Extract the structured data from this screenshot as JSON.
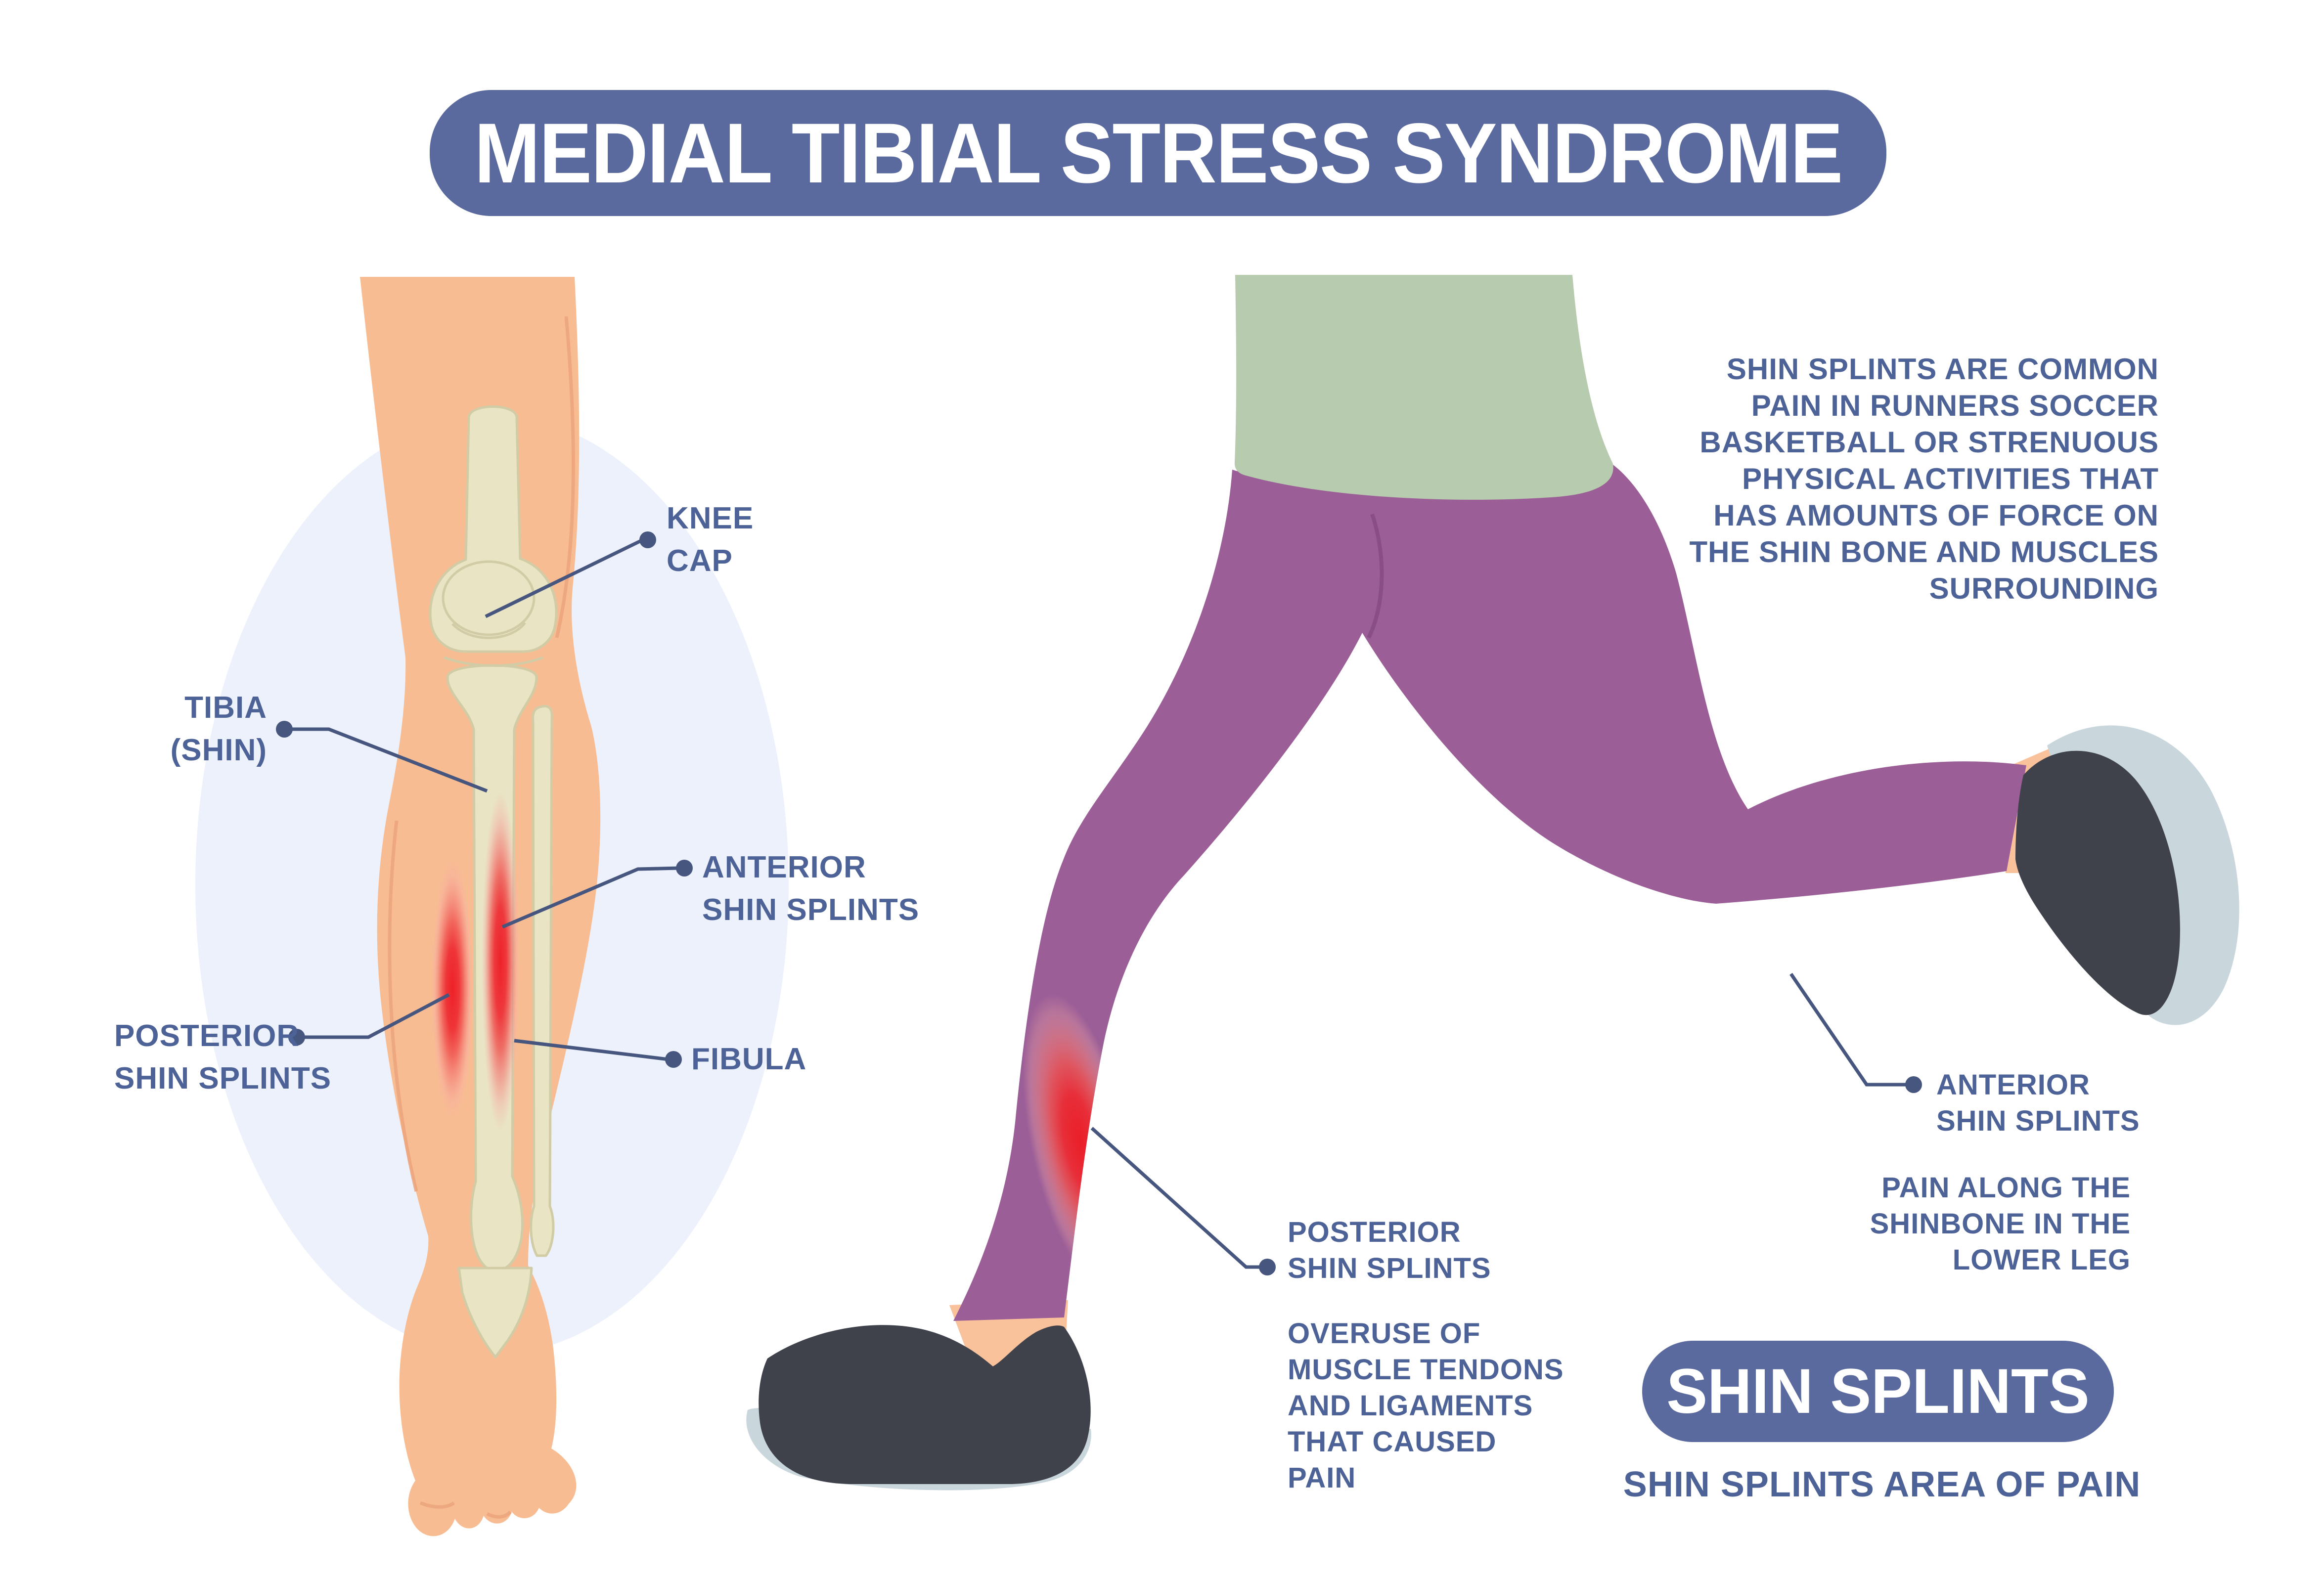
{
  "title": "MEDIAL TIBIAL STRESS SYNDROME",
  "colors": {
    "banner_bg": "#5A6A9E",
    "label_text": "#4D6296",
    "leader_line": "#46567E",
    "pain_red": "#ED1C24",
    "skin": "#F8BC93",
    "bone": "#E9E5C4",
    "bg_ellipse": "#ECF1FB",
    "leggings_purple": "#9B5E97",
    "shirt_green": "#B7CBAE",
    "shoe_dark": "#3F424B",
    "shoe_sole": "#C9D6DC"
  },
  "left_diagram": {
    "labels": {
      "knee_cap": "KNEE\nCAP",
      "tibia": "TIBIA\n(SHIN)",
      "anterior": "ANTERIOR\nSHIN SPLINTS",
      "posterior": "POSTERIOR\nSHIN SPLINTS",
      "fibula": "FIBULA"
    }
  },
  "runner_diagram": {
    "intro": "SHIN SPLINTS ARE COMMON\nPAIN IN RUNNERS SOCCER\nBASKETBALL OR STRENUOUS\nPHYSICAL ACTIVITIES THAT\nHAS AMOUNTS OF FORCE ON\nTHE SHIN BONE AND MUSCLES\nSURROUNDING",
    "labels": {
      "posterior": "POSTERIOR\nSHIN SPLINTS",
      "posterior_desc": "OVERUSE OF\nMUSCLE TENDONS\nAND LIGAMENTS\nTHAT CAUSED\nPAIN",
      "anterior": "ANTERIOR\nSHIN SPLINTS",
      "anterior_desc": "PAIN ALONG THE\nSHINBONE IN THE\nLOWER LEG"
    },
    "badge": "SHIN SPLINTS",
    "badge_caption": "SHIN SPLINTS AREA OF PAIN"
  }
}
